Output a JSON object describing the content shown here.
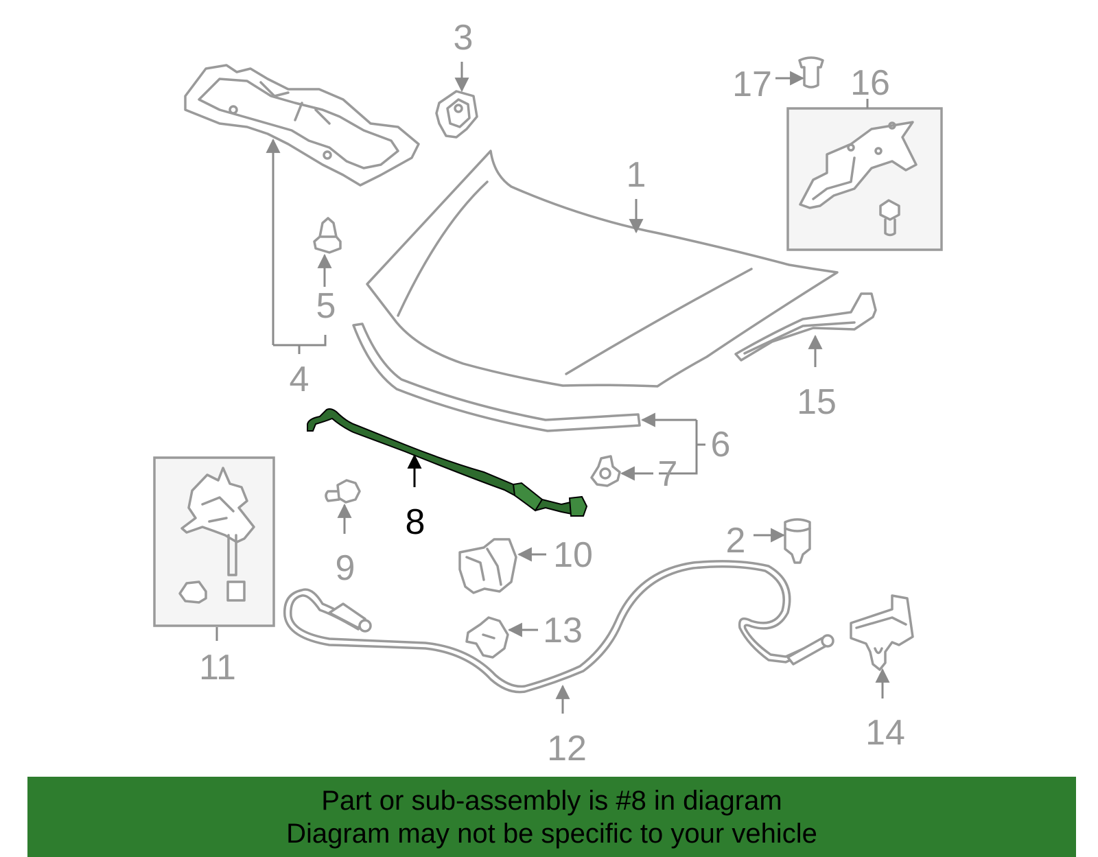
{
  "callouts": {
    "c1": "1",
    "c2": "2",
    "c3": "3",
    "c4": "4",
    "c5": "5",
    "c6": "6",
    "c7": "7",
    "c8": "8",
    "c9": "9",
    "c10": "10",
    "c11": "11",
    "c12": "12",
    "c13": "13",
    "c14": "14",
    "c15": "15",
    "c16": "16",
    "c17": "17"
  },
  "highlight_part": "8",
  "colors": {
    "highlight": "#2e6b2e",
    "banner": "#2e7d2e",
    "part_stroke": "#9a9a9a"
  },
  "banner": {
    "line1": "Part or sub-assembly is #8 in diagram",
    "line2": "Diagram may not be specific to your vehicle"
  }
}
